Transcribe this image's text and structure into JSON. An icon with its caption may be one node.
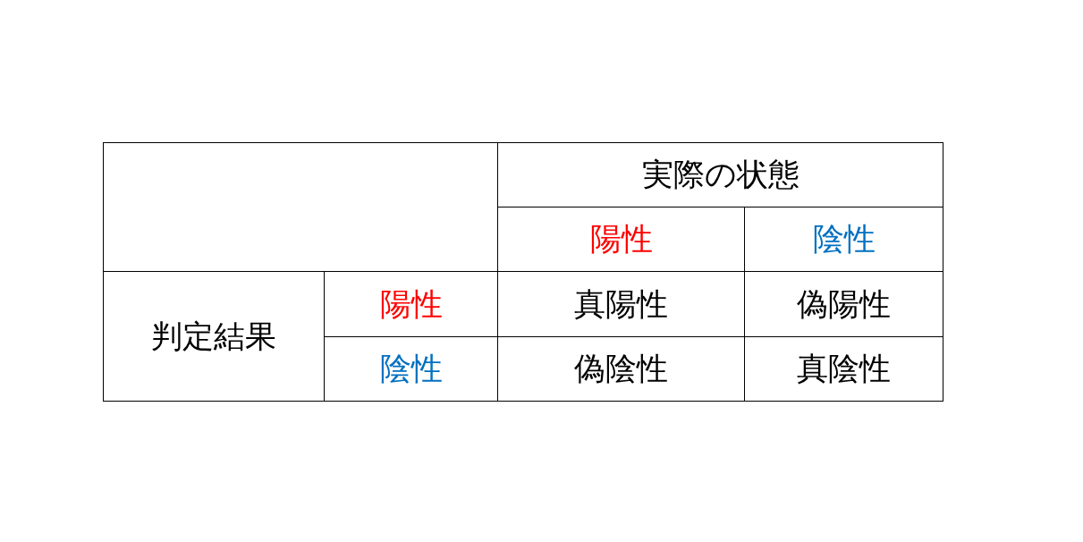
{
  "diagram": {
    "labels": [
      "実際の状態",
      "陽性",
      "陰性",
      "判定結果",
      "陽性",
      "真陽性",
      "偽陽性",
      "陰性",
      "偽陰性",
      "真陰性"
    ]
  }
}
